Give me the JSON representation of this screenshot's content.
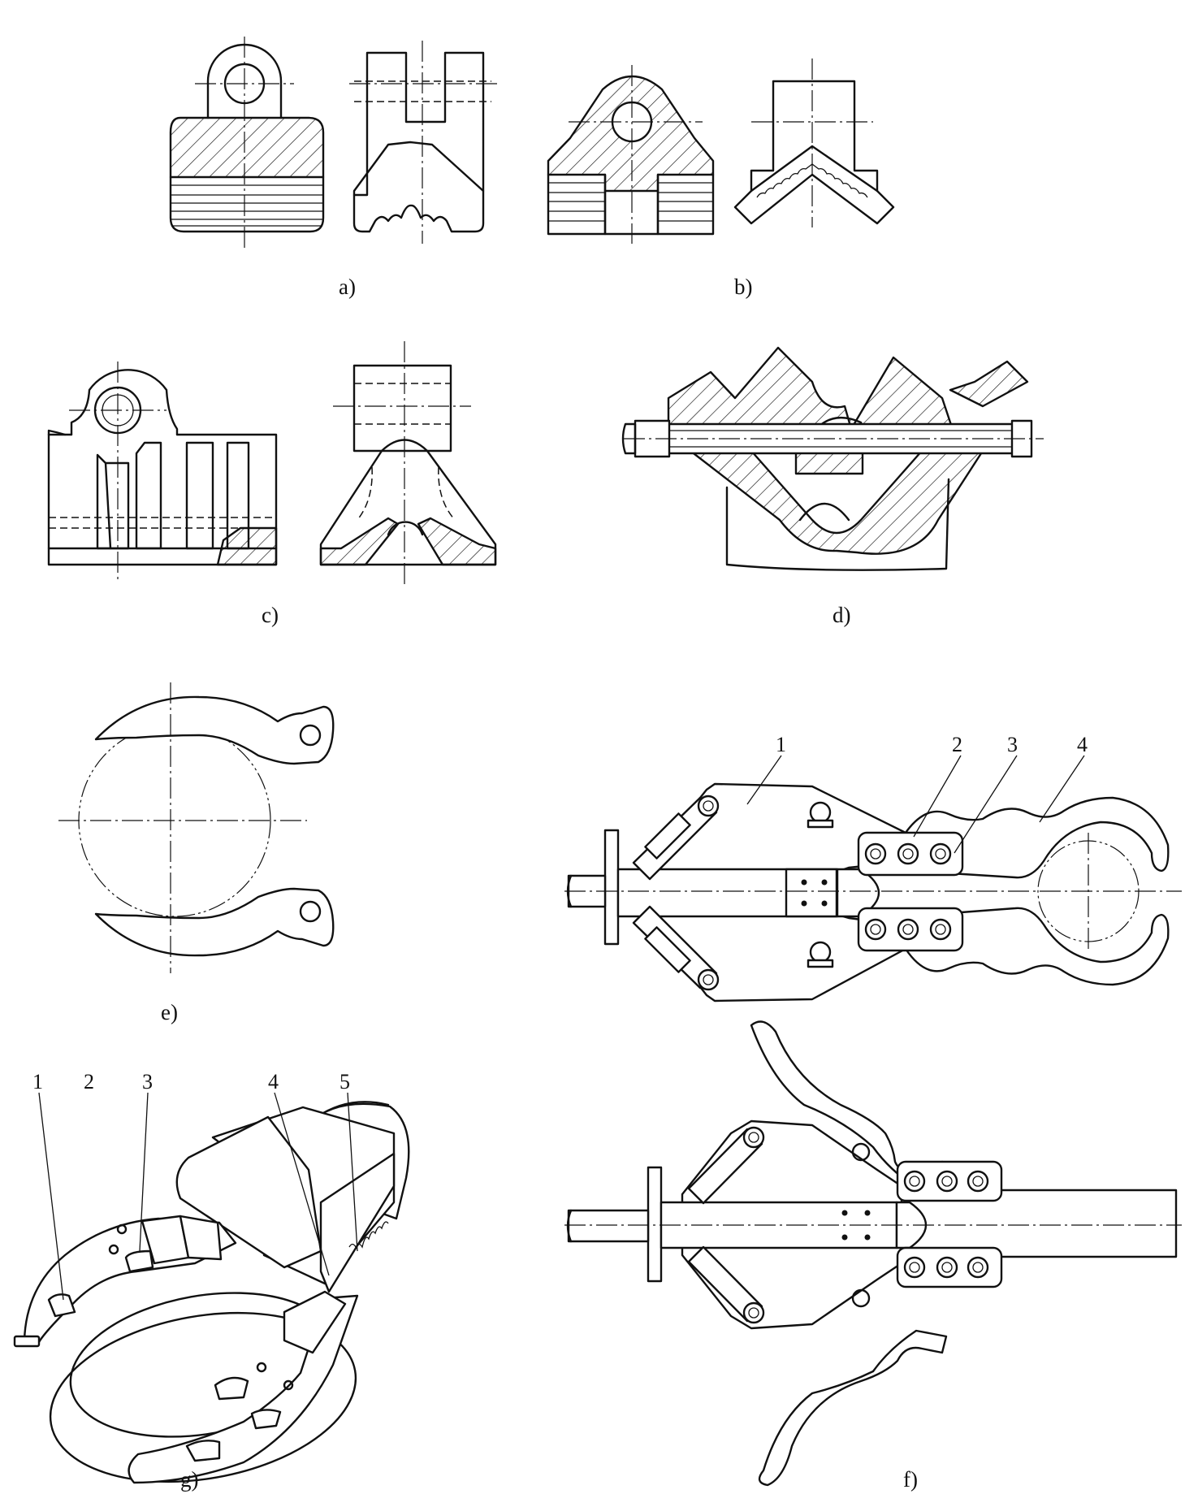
{
  "captions": {
    "a": "a)",
    "b": "b)",
    "c": "c)",
    "d": "d)",
    "e": "e)",
    "f": "f)",
    "g": "g)"
  },
  "part_numbers": {
    "f": [
      "1",
      "2",
      "3",
      "4"
    ],
    "g": [
      "1",
      "2",
      "3",
      "4",
      "5"
    ]
  }
}
